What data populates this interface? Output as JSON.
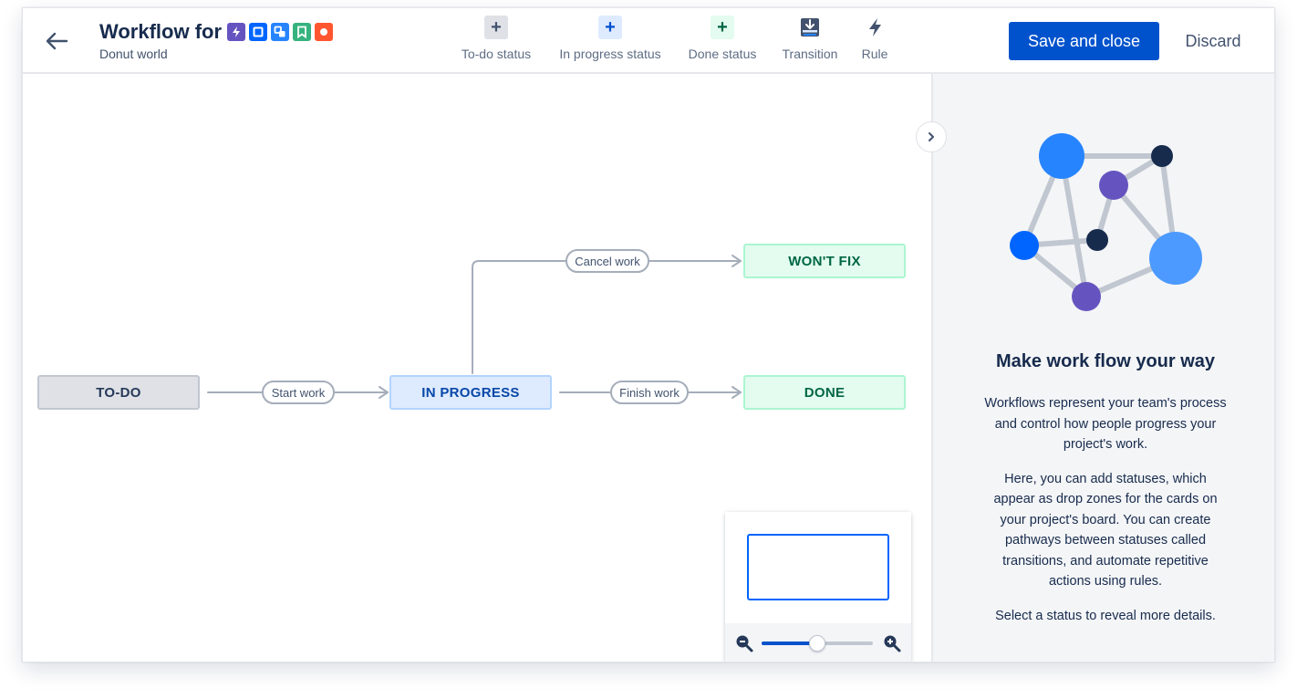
{
  "header": {
    "title": "Workflow for",
    "subtitle": "Donut world",
    "back_icon": "arrow-left-icon",
    "issue_type_icons": [
      {
        "name": "epic-icon",
        "color": "#6554C0"
      },
      {
        "name": "story-icon",
        "color": "#0065FF"
      },
      {
        "name": "subtask-icon",
        "color": "#2684FF"
      },
      {
        "name": "bookmark-icon",
        "color": "#36B37E"
      },
      {
        "name": "bug-icon",
        "color": "#FF5630"
      }
    ]
  },
  "toolbar": {
    "todo_label": "To-do status",
    "inprogress_label": "In progress status",
    "done_label": "Done status",
    "transition_label": "Transition",
    "rule_label": "Rule",
    "plus_glyph": "+"
  },
  "actions": {
    "save_label": "Save and close",
    "discard_label": "Discard"
  },
  "workflow": {
    "statuses": {
      "todo": "TO-DO",
      "inprogress": "IN PROGRESS",
      "wontfix": "WON'T FIX",
      "done": "DONE"
    },
    "transitions": {
      "start": "Start work",
      "cancel": "Cancel work",
      "finish": "Finish work"
    }
  },
  "minimap": {
    "zoom_level": 0.5
  },
  "panel": {
    "title": "Make work flow your way",
    "paragraphs": [
      "Workflows represent your team's process and control how people progress your project's work.",
      "Here, you can add statuses, which appear as drop zones for the cards on your project's board. You can create pathways between statuses called transitions, and automate repetitive actions using rules.",
      "Select a status to reveal more details."
    ]
  },
  "colors": {
    "primary": "#0052CC",
    "todo_bg": "#DFE1E6",
    "inprogress_bg": "#DEEBFF",
    "done_bg": "#E3FCEF"
  }
}
